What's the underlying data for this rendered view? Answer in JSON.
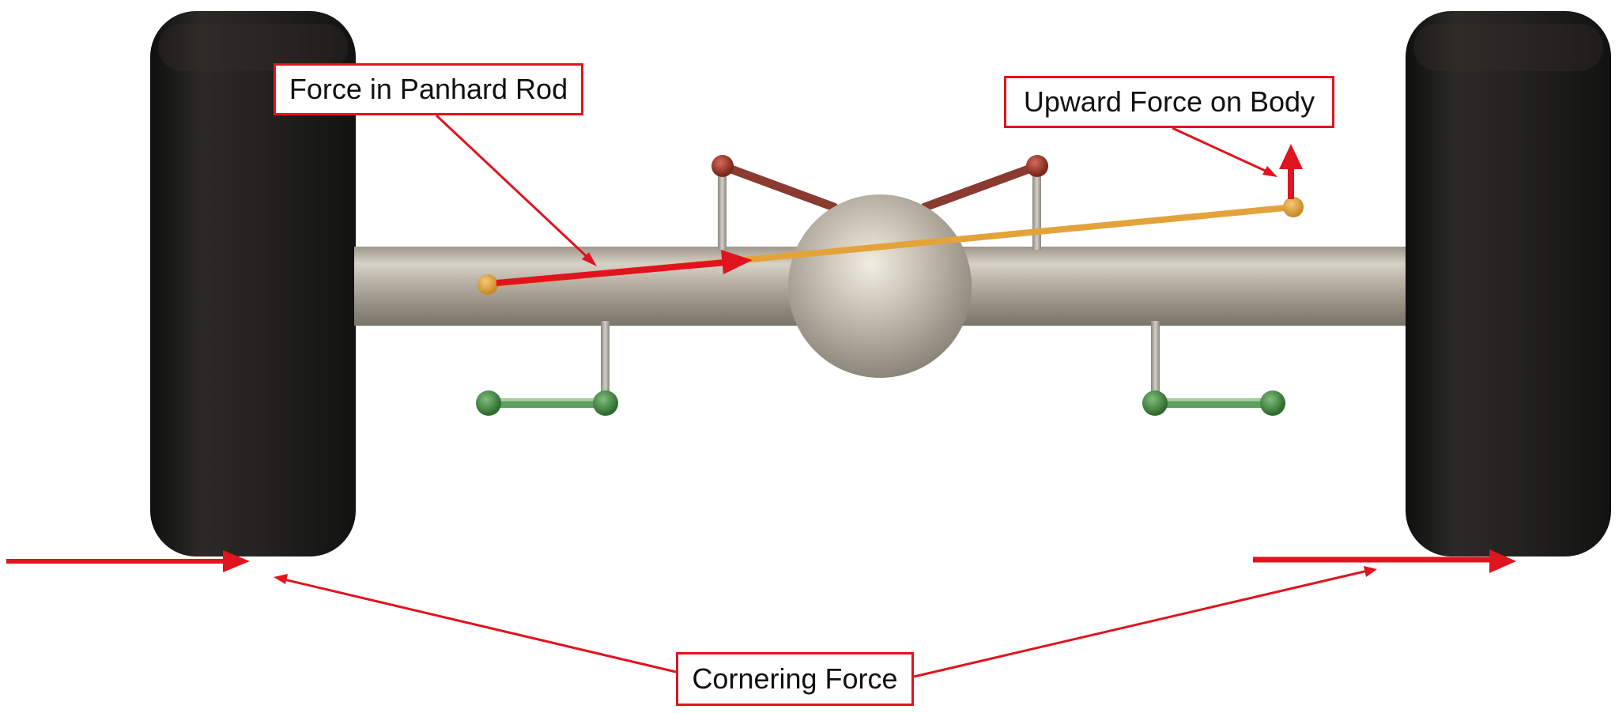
{
  "labels": {
    "panhard_force": "Force in Panhard Rod",
    "upward_force": "Upward Force on Body",
    "cornering_force": "Cornering Force"
  },
  "colors": {
    "annotation_red": "#e0141e",
    "tire": "#1e1d1a",
    "axle": "#b9b3a8",
    "panhard_rod": "#e4a33a",
    "upper_link": "#8a3a30",
    "lower_link": "#4f8f4f",
    "background": "#ffffff"
  },
  "icons": {
    "force_arrow": "red-arrow-icon"
  }
}
